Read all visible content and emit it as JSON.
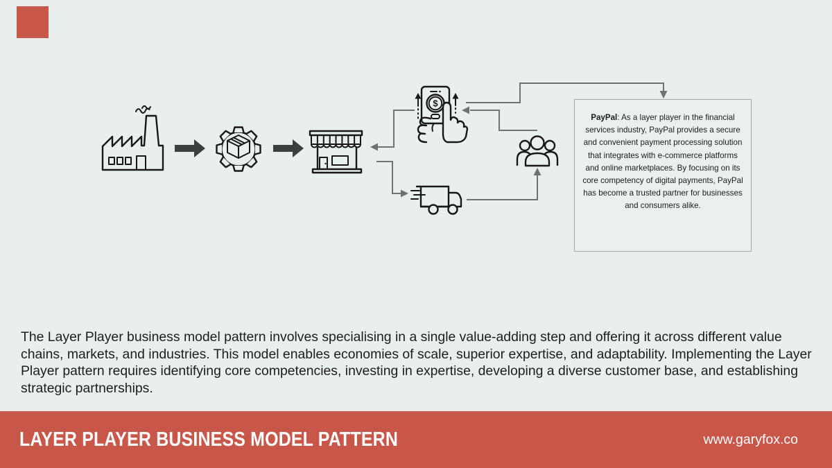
{
  "colors": {
    "background": "#e9efee",
    "accent": "#c85649",
    "ink": "#171717",
    "line": "#6d7272",
    "footer_text": "#ffffff"
  },
  "diagram": {
    "nodes": [
      {
        "id": "factory",
        "icon": "factory-icon"
      },
      {
        "id": "production",
        "icon": "gear-box-icon"
      },
      {
        "id": "store",
        "icon": "storefront-icon"
      },
      {
        "id": "mobile-payment",
        "icon": "payment-phone-icon"
      },
      {
        "id": "delivery",
        "icon": "delivery-truck-icon"
      },
      {
        "id": "customers",
        "icon": "customers-icon"
      }
    ],
    "dollar_symbol": "$",
    "callout": {
      "title": "PayPal",
      "rest": ": As a layer player in the financial services industry, PayPal provides a secure and convenient payment processing solution that integrates with e-commerce platforms and online marketplaces. By focusing on its core competency of digital payments, PayPal has become a trusted partner for businesses and consumers alike."
    }
  },
  "description": "The Layer Player business model pattern involves specialising in a single value-adding step and offering it across different value chains, markets, and industries. This model enables economies of scale, superior expertise, and adaptability. Implementing the Layer Player pattern requires identifying core competencies, investing in expertise, developing a diverse customer base, and establishing strategic partnerships.",
  "footer": {
    "title": "LAYER PLAYER BUSINESS MODEL PATTERN",
    "website": "www.garyfox.co"
  }
}
